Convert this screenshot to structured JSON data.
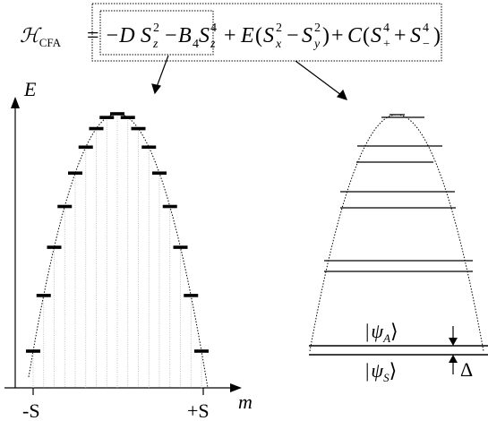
{
  "equation": {
    "hamiltonian_symbol": "ℋ",
    "hamiltonian_subscript": "CFA",
    "equals": "=",
    "term1_sign_D": "−D",
    "S": "S",
    "sub_z": "z",
    "sup_2": "2",
    "minus": "−",
    "B": "B",
    "sub_4": "4",
    "sup_4": "4",
    "plus": "+",
    "E": "E",
    "open_paren": "(",
    "close_paren": ")",
    "sub_x": "x",
    "sub_y": "y",
    "C": "C",
    "sub_plus": "+",
    "sub_minus": "−"
  },
  "axes": {
    "y_label": "E",
    "x_label": "m",
    "x_min_label": "-S",
    "x_max_label": "+S"
  },
  "levels": {
    "ground_state_label_A": "|ψA⟩",
    "psi": "ψ",
    "sub_A": "A",
    "sub_S": "S",
    "ket_open": "|",
    "ket_close": "⟩",
    "splitting_label": "Δ"
  },
  "colors": {
    "ink": "#000000",
    "guide": "#b3b3b3"
  }
}
